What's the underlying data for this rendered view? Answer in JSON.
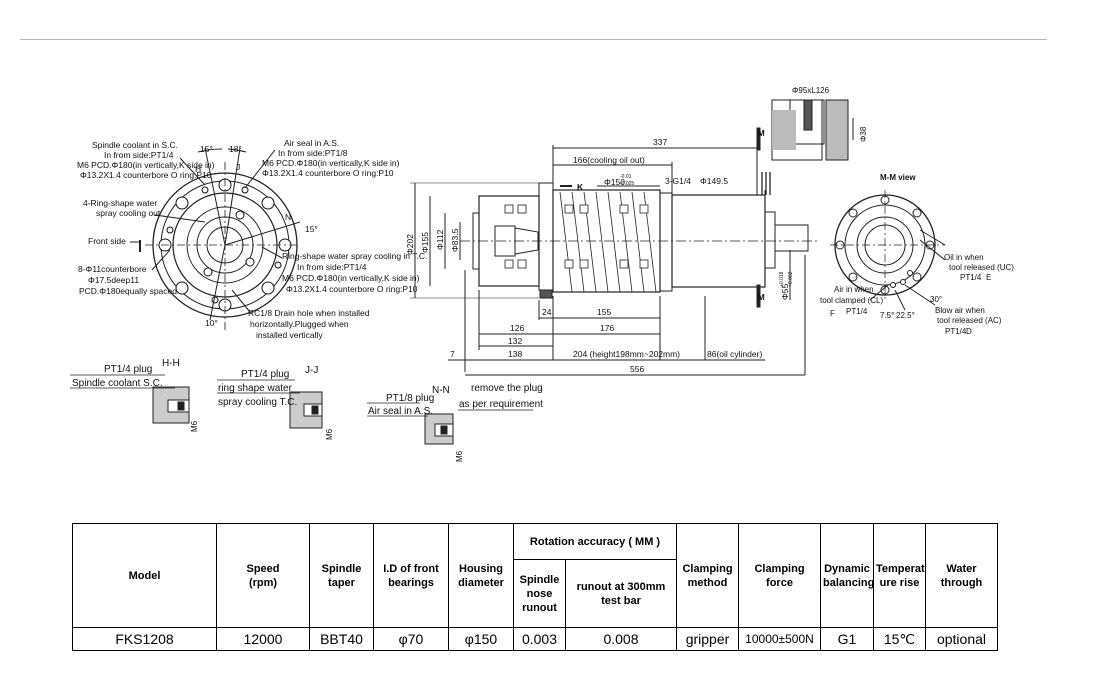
{
  "drawing": {
    "front_view": {
      "spindle_coolant": [
        "Spindle coolant in S.C.",
        "In from side:PT1/4",
        "M6 PCD.Φ180(in vertically,K side in)",
        "Φ13.2X1.4 counterbore  O ring:P10"
      ],
      "air_seal": [
        "Air seal in A.S.",
        "In from side:PT1/8",
        "M6 PCD.Φ180(in vertically,K side in)",
        "Φ13.2X1.4 counterbore  O ring:P10"
      ],
      "ring_spray_out": [
        "4-Ring-shape water",
        "spray cooling out"
      ],
      "front_side": "Front side",
      "counterbore": [
        "8-Φ11counterbore",
        "Φ17.5deep11",
        "PCD.Φ180equally spaced"
      ],
      "ring_spray_in": [
        "Ring-shape water spray cooling in T.C.",
        "In from side:PT1/4",
        "M6 PCD.Φ180(in vertically,K side in)",
        "Φ13.2X1.4 counterbore  O ring:P10"
      ],
      "drain": [
        "RC1/8 Drain hole when installed",
        "horizontally.Plugged when",
        "installed vertically"
      ],
      "angle_15a": "15°",
      "angle_18": "18°",
      "angle_15b": "15°",
      "angle_10": "10°",
      "H": "H",
      "J": "J",
      "N": "N"
    },
    "side_view": {
      "dim_337": "337",
      "dim_166": "166(cooling oil out)",
      "dim_150": "Φ150",
      "tol_150": [
        "-0.01",
        "-0.025"
      ],
      "dim_3g": "3-G1/4",
      "dim_149": "Φ149.5",
      "k_label": "K",
      "dia_202": "Φ202",
      "dia_155": "Φ155",
      "dia_112": "Φ112",
      "dia_83": "Φ83.5",
      "dia_55": "Φ55",
      "tol_55": [
        "+0.018",
        "+0.002"
      ],
      "dim_24": "24",
      "dim_155": "155",
      "dim_126": "126",
      "dim_176": "176",
      "dim_132": "132",
      "dim_7": "7",
      "dim_138": "138",
      "dim_204": "204 (height198mm~202mm)",
      "dim_86": "86(oil cylinder)",
      "dim_556": "556"
    },
    "mm_view": {
      "cyl": "Φ95xL126",
      "dia_38": "Φ38",
      "title": "M-M view",
      "M": "M",
      "oil_when": [
        "Oil in when",
        "tool released (UC)",
        "PT1/4"
      ],
      "E": "E",
      "air_clamped": [
        "Air in when",
        "tool clamped (CL)",
        "PT1/4"
      ],
      "F": "F",
      "blow_air": [
        "Blow air when",
        "tool released (AC)",
        "PT1/4"
      ],
      "D": "D",
      "a30": "30°",
      "a75": "7.5°",
      "a225": "22.5°"
    },
    "hh": {
      "plug": "PT1/4 plug",
      "label": "Spindle coolant S.C.",
      "sec": "H-H",
      "m6": "M6"
    },
    "jj": {
      "plug": "PT1/4 plug",
      "label": [
        "ring shape water",
        "spray cooling T.C."
      ],
      "sec": "J-J",
      "m6": "M6"
    },
    "nn": {
      "plug": "PT1/8 plug",
      "label": "Air seal in A.S.",
      "sec": "N-N",
      "remove": [
        "remove the plug",
        "as per requirement"
      ],
      "m6": "M6"
    }
  },
  "table": {
    "headers": {
      "model": "Model",
      "speed": [
        "Speed",
        "(rpm)"
      ],
      "taper": [
        "Spindle",
        "taper"
      ],
      "id": [
        "I.D of front",
        "bearings"
      ],
      "housing": [
        "Housing",
        "diameter"
      ],
      "rot": "Rotation accuracy ( MM )",
      "nose": [
        "Spindle",
        "nose",
        "runout"
      ],
      "runout": [
        "runout at 300mm",
        "test bar"
      ],
      "clamp": [
        "Clamping",
        "method"
      ],
      "force": "Clamping force",
      "dyn": [
        "Dynamic",
        "balancing"
      ],
      "temp": [
        "Temperat",
        "ure rise"
      ],
      "water": [
        "Water",
        "through"
      ]
    },
    "row": {
      "model": "FKS1208",
      "speed": "12000",
      "taper": "BBT40",
      "id": "φ70",
      "housing": "φ150",
      "nose": "0.003",
      "runout": "0.008",
      "clamp": "gripper",
      "force": "10000±500N",
      "dyn": "G1",
      "temp": "15℃",
      "water": "optional"
    }
  }
}
